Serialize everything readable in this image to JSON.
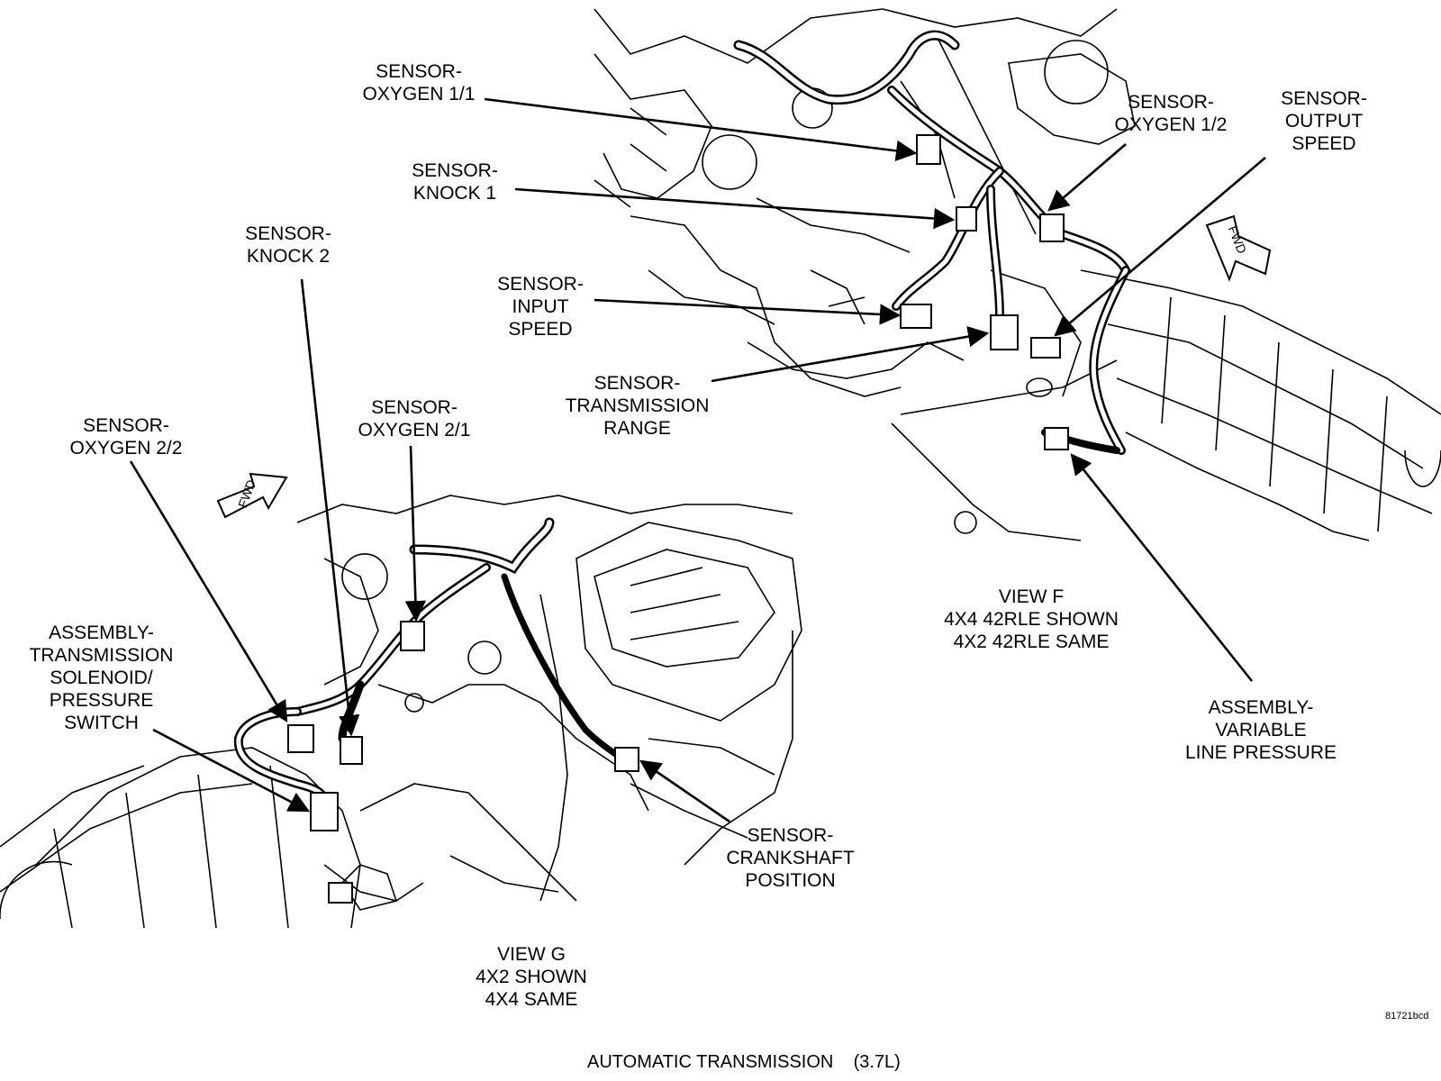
{
  "labels": {
    "o2_11": [
      "SENSOR-",
      "OXYGEN 1/1"
    ],
    "knock1": [
      "SENSOR-",
      "KNOCK 1"
    ],
    "knock2": [
      "SENSOR-",
      "KNOCK 2"
    ],
    "input_speed": [
      "SENSOR-",
      "INPUT",
      "SPEED"
    ],
    "trans_range": [
      "SENSOR-",
      "TRANSMISSION",
      "RANGE"
    ],
    "o2_12": [
      "SENSOR-",
      "OXYGEN 1/2"
    ],
    "output_speed": [
      "SENSOR-",
      "OUTPUT",
      "SPEED"
    ],
    "o2_21": [
      "SENSOR-",
      "OXYGEN 2/1"
    ],
    "o2_22": [
      "SENSOR-",
      "OXYGEN 2/2"
    ],
    "solenoid": [
      "ASSEMBLY-",
      "TRANSMISSION",
      "SOLENOID/",
      "PRESSURE",
      "SWITCH"
    ],
    "vlp": [
      "ASSEMBLY-",
      "VARIABLE",
      "LINE PRESSURE"
    ],
    "crank": [
      "SENSOR-",
      "CRANKSHAFT",
      "POSITION"
    ]
  },
  "views": {
    "f": [
      "VIEW F",
      "4X4 42RLE SHOWN",
      "4X2 42RLE SAME"
    ],
    "g": [
      "VIEW G",
      "4X2 SHOWN",
      "4X4 SAME"
    ]
  },
  "fwd_arrow": "FWD",
  "figure_code": "81721bcd",
  "title": "AUTOMATIC TRANSMISSION    (3.7L)"
}
